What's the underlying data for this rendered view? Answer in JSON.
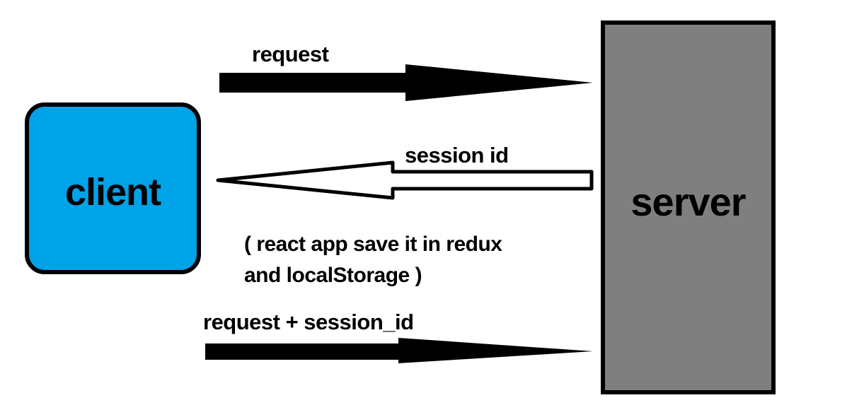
{
  "client": {
    "label": "client",
    "fill_color": "#00a2e8",
    "border_color": "#000000"
  },
  "server": {
    "label": "server",
    "fill_color": "#7f7f7f",
    "border_color": "#000000"
  },
  "arrows": [
    {
      "name": "request-arrow",
      "label": "request",
      "direction": "right",
      "style": "solid",
      "color": "#000000"
    },
    {
      "name": "session-id-arrow",
      "label": "session id",
      "direction": "left",
      "style": "outline",
      "fill": "#ffffff",
      "stroke": "#000000"
    },
    {
      "name": "request-session-id-arrow",
      "label": "request + session_id",
      "direction": "right",
      "style": "solid",
      "color": "#000000"
    }
  ],
  "note": {
    "line1": "( react app save it in redux",
    "line2": "and localStorage )"
  }
}
